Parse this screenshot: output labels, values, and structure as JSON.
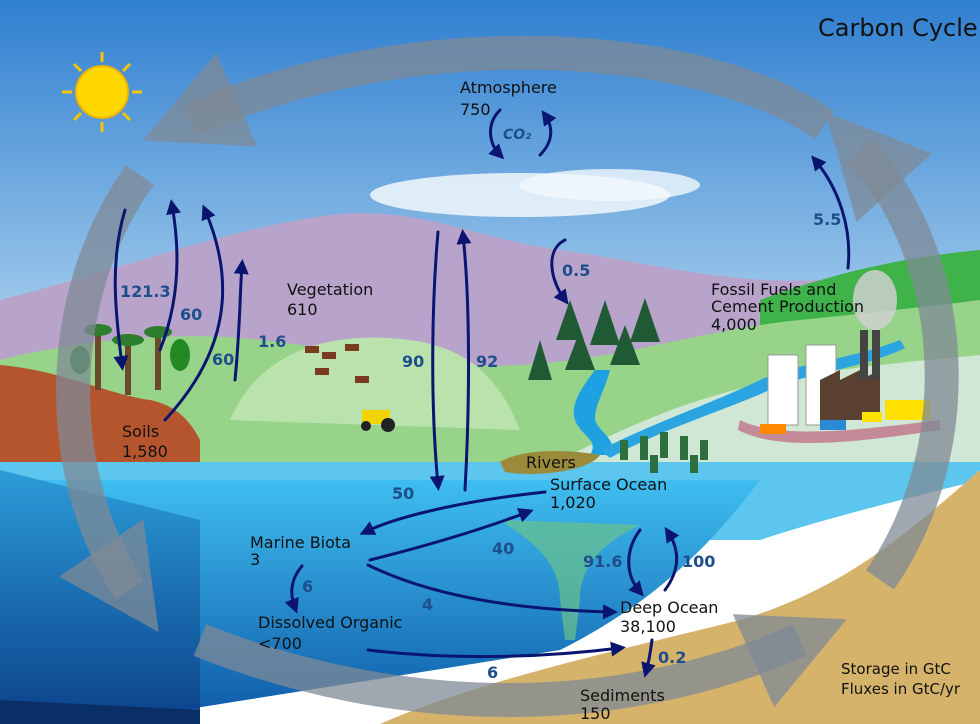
{
  "title": "Carbon Cycle",
  "pools": {
    "atmosphere": {
      "name": "Atmosphere",
      "value": "750"
    },
    "co2": "CO₂",
    "vegetation": {
      "name": "Vegetation",
      "value": "610"
    },
    "soils": {
      "name": "Soils",
      "value": "1,580"
    },
    "fossil": {
      "line1": "Fossil Fuels and",
      "line2": "Cement Production",
      "value": "4,000"
    },
    "rivers": "Rivers",
    "surface_ocean": {
      "name": "Surface Ocean",
      "value": "1,020"
    },
    "marine_biota": {
      "name": "Marine Biota",
      "value": "3"
    },
    "dissolved_organic": {
      "name": "Dissolved Organic",
      "value": "<700"
    },
    "deep_ocean": {
      "name": "Deep Ocean",
      "value": "38,100"
    },
    "sediments": {
      "name": "Sediments",
      "value": "150"
    }
  },
  "fluxes": {
    "soil_resp": "121.3",
    "veg_60a": "60",
    "veg_60b": "60",
    "land_use": "1.6",
    "ocean_down": "90",
    "ocean_up": "92",
    "forest": "0.5",
    "fossil": "5.5",
    "biota_surface": "50",
    "surface_biota": "40",
    "biota_dissolved": "6",
    "biota_deep": "4",
    "surface_deep": "91.6",
    "deep_surface": "100",
    "dissolved_deep": "6",
    "deep_sediments": "0.2"
  },
  "legend": {
    "storage": "Storage in GtC",
    "fluxes": "Fluxes in GtC/yr"
  },
  "colors": {
    "sky_top": "#2f7fd0",
    "sky_bottom": "#bfe3f5",
    "mountain": "#b4a0c8",
    "grass": "#8fcf7f",
    "soil": "#b5552e",
    "ocean_surface": "#39b6e8",
    "ocean_deep": "#1c64b0",
    "sand": "#d6b36b",
    "cycle_arrow": "#7f8a96",
    "flux_arrow": "#0a1570",
    "flux_text": "#1f4e8c"
  }
}
